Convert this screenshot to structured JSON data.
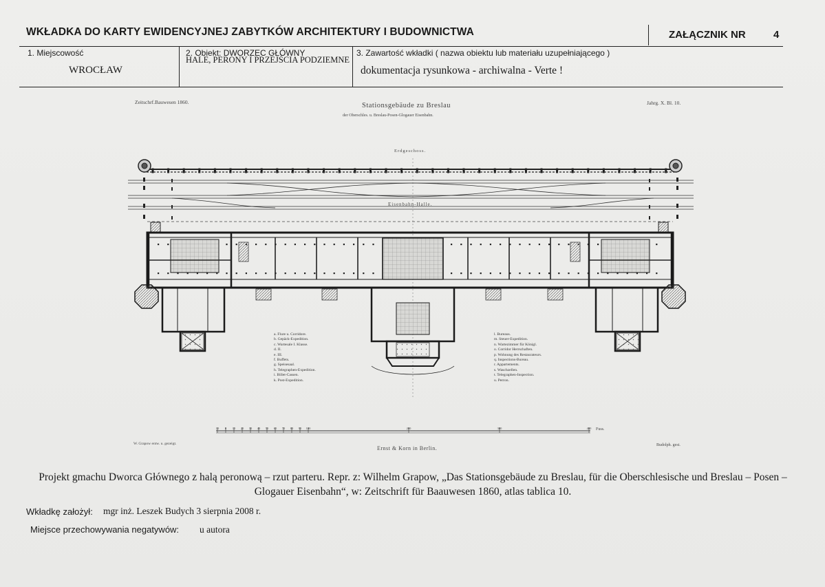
{
  "header": {
    "title": "WKŁADKA DO KARTY EWIDENCYJNEJ ZABYTKÓW ARCHITEKTURY I BUDOWNICTWA",
    "annex_label": "ZAŁĄCZNIK NR",
    "annex_number": "4"
  },
  "fields": {
    "locality_label": "1. Miejscowość",
    "locality_value": "WROCŁAW",
    "object_label": "2. Obiekt: DWORZEC GŁÓWNY",
    "object_value": "HALE, PERONY I PRZEJŚCIA PODZIEMNE",
    "content_label": "3. Zawartość wkładki ( nazwa obiektu lub materiału uzupełniającego )",
    "content_value": "dokumentacja rysunkowa - archiwalna   -  Verte !"
  },
  "plate": {
    "journal": "Zeitschrf.Bauwesen 1860.",
    "title": "Stationsgebäude zu Breslau",
    "subtitle": "der Oberschles. u. Breslau-Posen-Glogauer Eisenbahn.",
    "year": "Jahrg. X. Bl. 10.",
    "floor_label": "Erdgeschoss.",
    "hall_label": "Eisenbahn-Halle.",
    "left_credit": "W. Grapow entw. u. gezeigt.",
    "printer": "Ernst & Korn in Berlin.",
    "engraver": "Budolph. gest.",
    "scale_unit": "Fuss.",
    "scale_ticks": [
      "10",
      "0",
      "10",
      "20",
      "30",
      "40",
      "50",
      "60",
      "70",
      "80",
      "90",
      "100",
      "200",
      "300",
      "400"
    ],
    "legend_left": [
      "a. Flure u. Corridore.",
      "b. Gepäck-Expedition.",
      "c. Wartesale I. Klasse.",
      "d.       II.",
      "e.       III.",
      "f. Buffets.",
      "g. Speisesaal.",
      "h. Telegraphen-Expedition.",
      "i. Billet-Cassen.",
      "k. Post-Expedition."
    ],
    "legend_right": [
      "l. Bureaus.",
      "m. Steuer-Expedition.",
      "n. Wartezimmer für Königl.",
      "o. Corridor   Herrschaften.",
      "p. Wohnung des Restaurateurs.",
      "q. Inspections-Bureau.",
      "r. Appartements.",
      "s. Waschzellen.",
      "t. Telegraphen-Inspection.",
      "u. Perron."
    ]
  },
  "caption": {
    "text": "Projekt gmachu Dworca Głównego z halą peronową – rzut parteru. Repr.  z: Wilhelm Grapow, „Das Stationsgebäude zu Breslau, für die Oberschlesische und Breslau – Posen – Glogauer Eisenbahn“, w: Zeitschrift für Baauwesen 1860, atlas tablica 10."
  },
  "footer": {
    "author_label": "Wkładkę założył:",
    "author_value": "mgr inż. Leszek Budych  3 sierpnia 2008 r.",
    "storage_label": "Miejsce przechowywania negatywów:",
    "storage_value": "u autora"
  }
}
